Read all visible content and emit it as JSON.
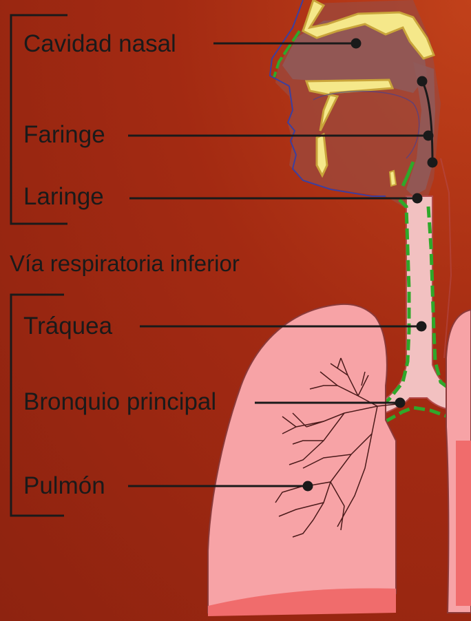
{
  "section_lower": {
    "title": "Vía respiratoria inferior"
  },
  "labels": {
    "nasal": "Cavidad nasal",
    "pharynx": "Faringe",
    "larynx": "Laringe",
    "trachea": "Tráquea",
    "bronchus": "Bronquio principal",
    "lung": "Pulmón"
  },
  "colors": {
    "background": "#a32a12",
    "lung": "#f7a3a6",
    "airway": "#f2c1c1",
    "bone": "#f5e88a",
    "cilia": "#2fa82a"
  }
}
